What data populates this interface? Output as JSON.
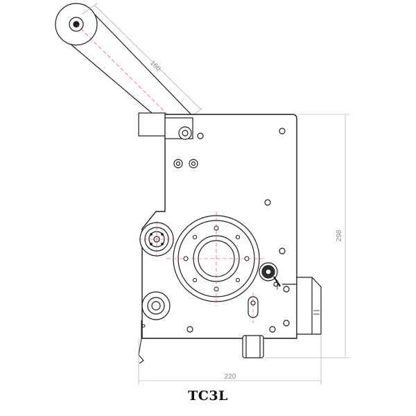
{
  "drawing": {
    "model_label": "TC3L",
    "dimensions": {
      "arm_length": "160",
      "height": "298",
      "width": "220"
    }
  }
}
